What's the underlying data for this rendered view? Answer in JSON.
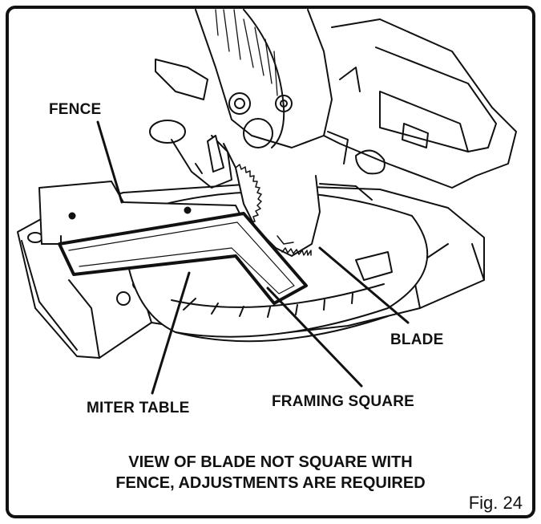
{
  "figure": {
    "labels": {
      "fence": "FENCE",
      "blade": "BLADE",
      "miter_table": "MITER TABLE",
      "framing_square": "FRAMING SQUARE"
    },
    "caption_line1": "VIEW OF BLADE NOT SQUARE WITH",
    "caption_line2": "FENCE, ADJUSTMENTS ARE REQUIRED",
    "fig_number": "Fig. 24"
  },
  "colors": {
    "ink": "#111111",
    "background": "#ffffff"
  }
}
